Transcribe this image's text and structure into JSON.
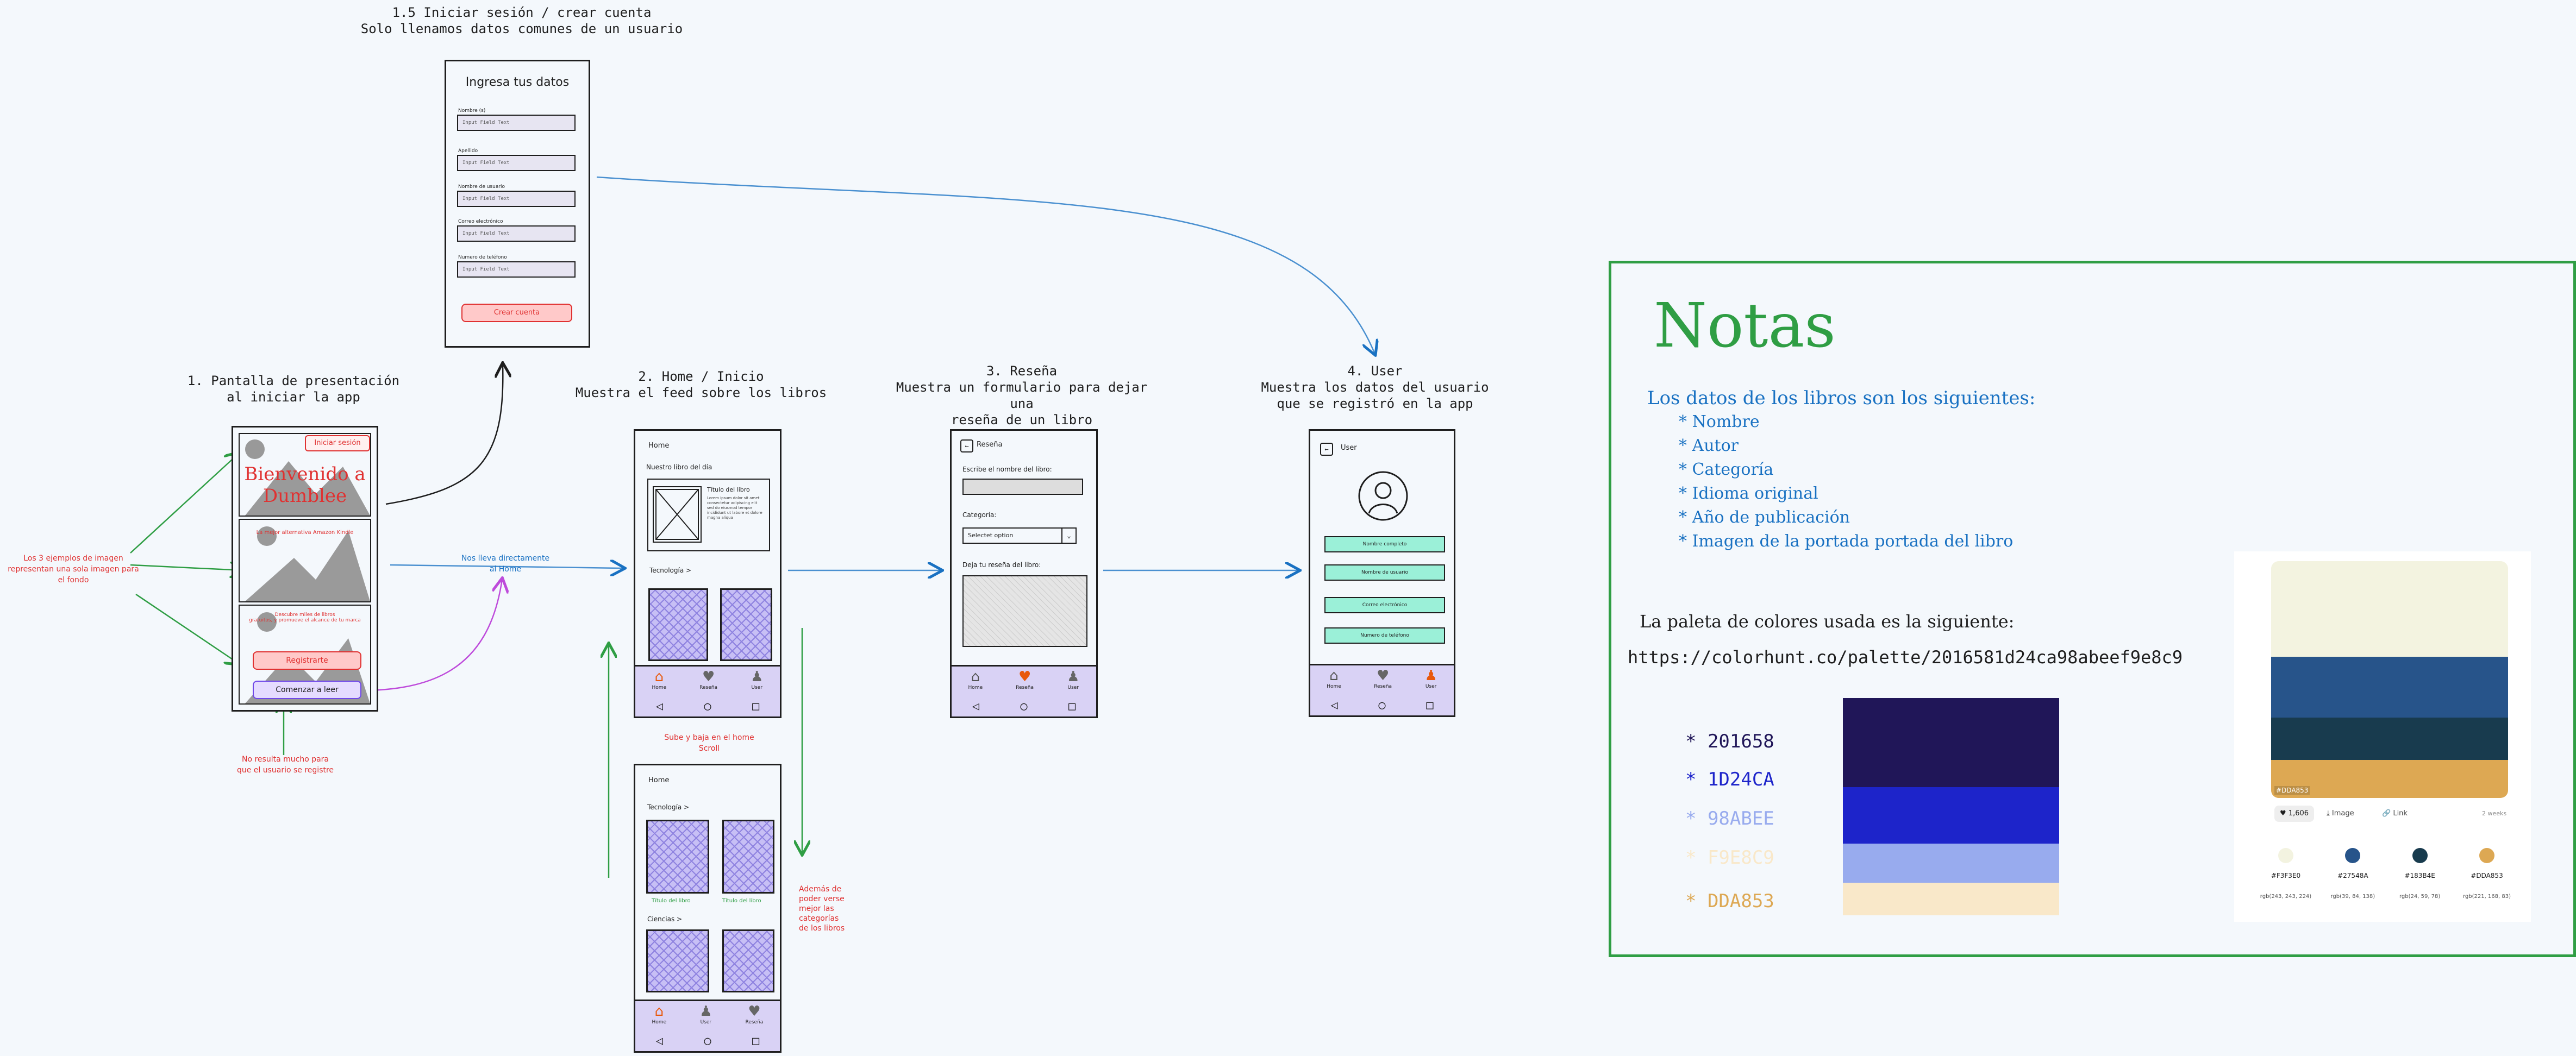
{
  "titles": {
    "login": "1.5 Iniciar sesión / crear cuenta\nSolo llenamos datos comunes de un usuario",
    "intro": "1. Pantalla de presentación\nal iniciar la app",
    "home": "2. Home / Inicio\nMuestra el feed sobre los libros",
    "review": "3. Reseña\nMuestra un formulario para dejar una\nreseña de un libro",
    "user": "4. User\nMuestra los datos del usuario\nque se registró en la app"
  },
  "login_screen": {
    "heading": "Ingresa tus datos",
    "fields": [
      {
        "label": "Nombre (s)",
        "placeholder": "Input Field Text"
      },
      {
        "label": "Apellido",
        "placeholder": "Input Field Text"
      },
      {
        "label": "Nombre de usuario",
        "placeholder": "Input Field Text"
      },
      {
        "label": "Correo electrónico",
        "placeholder": "Input Field Text"
      },
      {
        "label": "Numero de teléfono",
        "placeholder": "Input Field Text"
      }
    ],
    "button": "Crear cuenta"
  },
  "intro_screen": {
    "login_button": "Iniciar sesión",
    "welcome": "Bienvenido a\nDumblee",
    "tagline": "La mejor alternativa Amazon Kindle",
    "tagline2": "Descubre miles de libros\ngratuitos, y promueve el alcance de tu marca",
    "register_button": "Registrarte",
    "start_button": "Comenzar a leer"
  },
  "home_screen": {
    "header": "Home",
    "section_day": "Nuestro libro del día",
    "book_title": "Título del libro",
    "book_desc": "Lorem ipsum dolor sit amet consectetur adipiscing elit sed do eiusmod tempor incididunt ut labore et dolore magna aliqua",
    "section_tech": "Tecnología >",
    "nav": [
      "Home",
      "Reseña",
      "User"
    ]
  },
  "home_scroll_screen": {
    "header": "Home",
    "section_tech": "Tecnología >",
    "book_label": "Título del libro",
    "section_science": "Ciencias >",
    "nav": [
      "Home",
      "User",
      "Reseña"
    ]
  },
  "review_screen": {
    "header": "Reseña",
    "name_label": "Escribe el nombre del libro:",
    "category_label": "Categoría:",
    "select_value": "Selectet option",
    "review_label": "Deja tu reseña del libro:",
    "nav": [
      "Home",
      "Reseña",
      "User"
    ]
  },
  "user_screen": {
    "header": "User",
    "fields": [
      "Nombre completo",
      "Nombre de usuario",
      "Correo electrónico",
      "Numero de teléfono"
    ],
    "nav": [
      "Home",
      "Reseña",
      "User"
    ]
  },
  "annotations": {
    "images_note": "Los 3 ejemplos de imagen\nrepresentan una sola imagen para\nel fondo",
    "register_note": "No resulta mucho para\nque el usuario se registre",
    "direct_home": "Nos lleva directamente\nal Home",
    "scroll_note": "Sube y baja en el home\nScroll",
    "categories_note": "Además de\npoder verse\nmejor las\ncategorías\nde los libros"
  },
  "notes": {
    "heading": "Notas",
    "books_intro": "Los datos de los libros son los siguientes:",
    "book_fields": [
      "* Nombre",
      "* Autor",
      "* Categoría",
      "* Idioma original",
      "* Año de publicación",
      "* Imagen de la portada portada del libro"
    ],
    "palette_intro": "La paleta de colores usada es la siguiente:",
    "palette_url": "https://colorhunt.co/palette/2016581d24ca98abeef9e8c9",
    "palette": [
      {
        "label": "* 201658",
        "color": "#201658"
      },
      {
        "label": "* 1D24CA",
        "color": "#1D24CA"
      },
      {
        "label": "* 98ABEE",
        "color": "#98ABEE"
      },
      {
        "label": "* F9E8C9",
        "color": "#F9E8C9"
      },
      {
        "label": "* DDA853",
        "color": "#DDA853"
      }
    ]
  },
  "colorhunt": {
    "overlay": "#DDA853",
    "likes": "1,606",
    "image_btn": "Image",
    "link_btn": "Link",
    "age": "2 weeks",
    "swatches": [
      {
        "hex": "#F3F3E0",
        "rgb": "rgb(243, 243, 224)",
        "color": "#F3F3E0"
      },
      {
        "hex": "#27548A",
        "rgb": "rgb(39, 84, 138)",
        "color": "#27548A"
      },
      {
        "hex": "#183B4E",
        "rgb": "rgb(24, 59, 78)",
        "color": "#183B4E"
      },
      {
        "hex": "#DDA853",
        "rgb": "rgb(221, 168, 83)",
        "color": "#DDA853"
      }
    ]
  }
}
